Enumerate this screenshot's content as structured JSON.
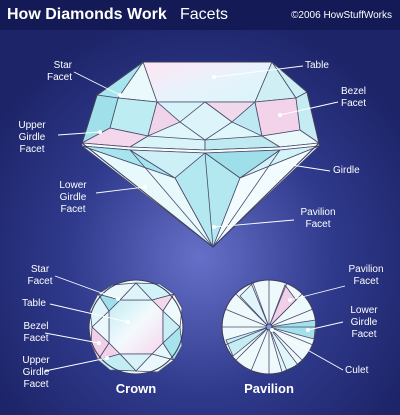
{
  "header": {
    "brand": "How Diamonds Work",
    "section": "Facets",
    "copyright": "©2006 HowStuffWorks"
  },
  "labels": {
    "star_facet": [
      "Star",
      "Facet"
    ],
    "table": "Table",
    "bezel_facet": [
      "Bezel",
      "Facet"
    ],
    "upper_girdle_facet": [
      "Upper",
      "Girdle",
      "Facet"
    ],
    "girdle": "Girdle",
    "lower_girdle_facet": [
      "Lower",
      "Girdle",
      "Facet"
    ],
    "pavilion_facet": [
      "Pavilion",
      "Facet"
    ]
  },
  "crown_view": {
    "title": "Crown",
    "star_facet": [
      "Star",
      "Facet"
    ],
    "table": "Table",
    "bezel_facet": [
      "Bezel",
      "Facet"
    ],
    "upper_girdle_facet": [
      "Upper",
      "Girdle",
      "Facet"
    ]
  },
  "pavilion_view": {
    "title": "Pavilion",
    "pavilion_facet": [
      "Pavilion",
      "Facet"
    ],
    "lower_girdle_facet": [
      "Lower",
      "Girdle",
      "Facet"
    ],
    "culet": "Culet"
  },
  "colors": {
    "background": "#1d2468",
    "header": "#141a55",
    "facet_light": "#e8fafd",
    "facet_cyan": "#a5e6ee",
    "facet_pink": "#f0cde6",
    "line": "#4a4a6a",
    "leader": "#ffffff"
  }
}
